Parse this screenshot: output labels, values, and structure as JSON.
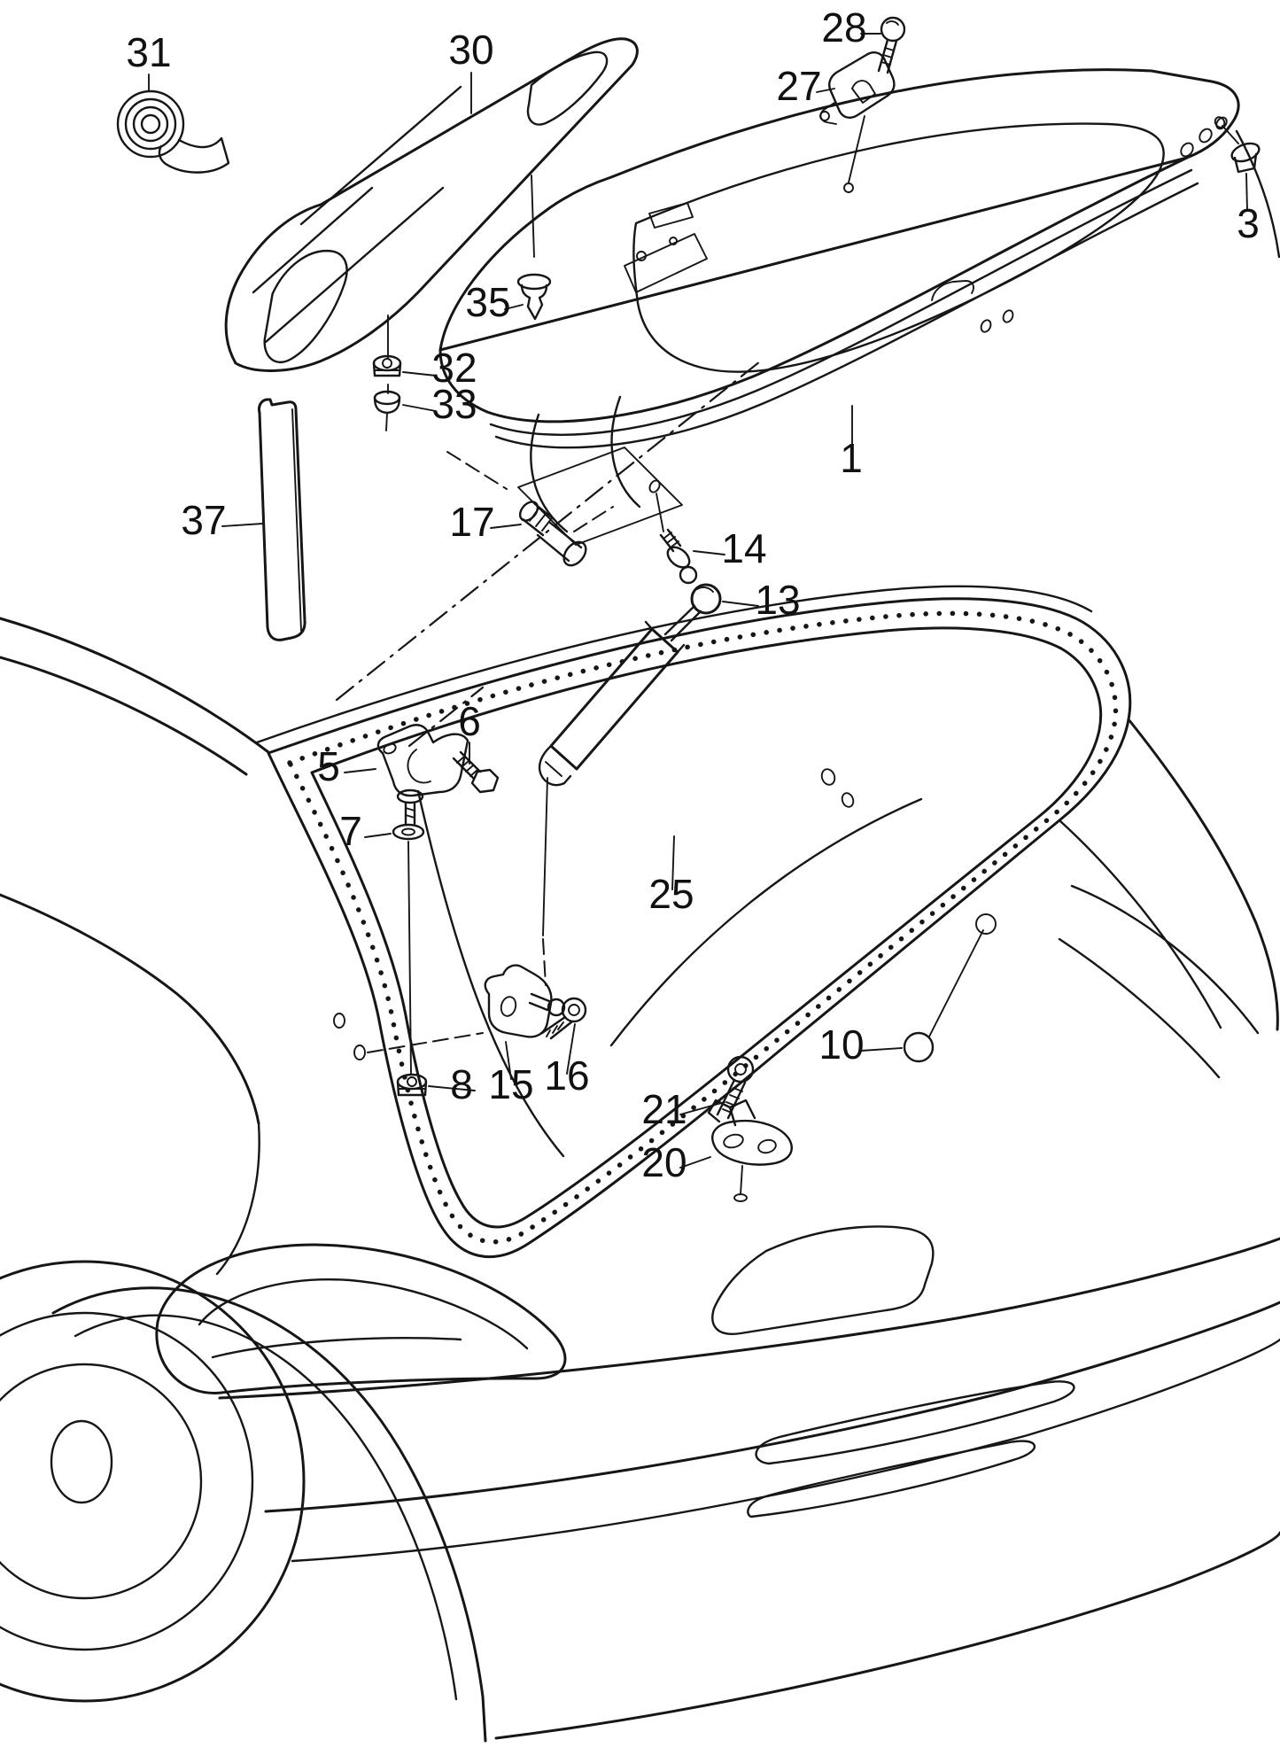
{
  "diagram": {
    "type": "exploded-parts-diagram",
    "subject": "rear lid / tailgate area of a hatchback, rear three-quarter line art",
    "background_color": "#ffffff",
    "line_color": "#161616",
    "labels": [
      {
        "num": "31"
      },
      {
        "num": "30"
      },
      {
        "num": "28"
      },
      {
        "num": "27"
      },
      {
        "num": "3"
      },
      {
        "num": "35"
      },
      {
        "num": "32"
      },
      {
        "num": "33"
      },
      {
        "num": "37"
      },
      {
        "num": "17"
      },
      {
        "num": "14"
      },
      {
        "num": "13"
      },
      {
        "num": "6"
      },
      {
        "num": "5"
      },
      {
        "num": "7"
      },
      {
        "num": "25"
      },
      {
        "num": "10"
      },
      {
        "num": "8"
      },
      {
        "num": "15"
      },
      {
        "num": "16"
      },
      {
        "num": "21"
      },
      {
        "num": "20"
      },
      {
        "num": "1"
      }
    ]
  }
}
